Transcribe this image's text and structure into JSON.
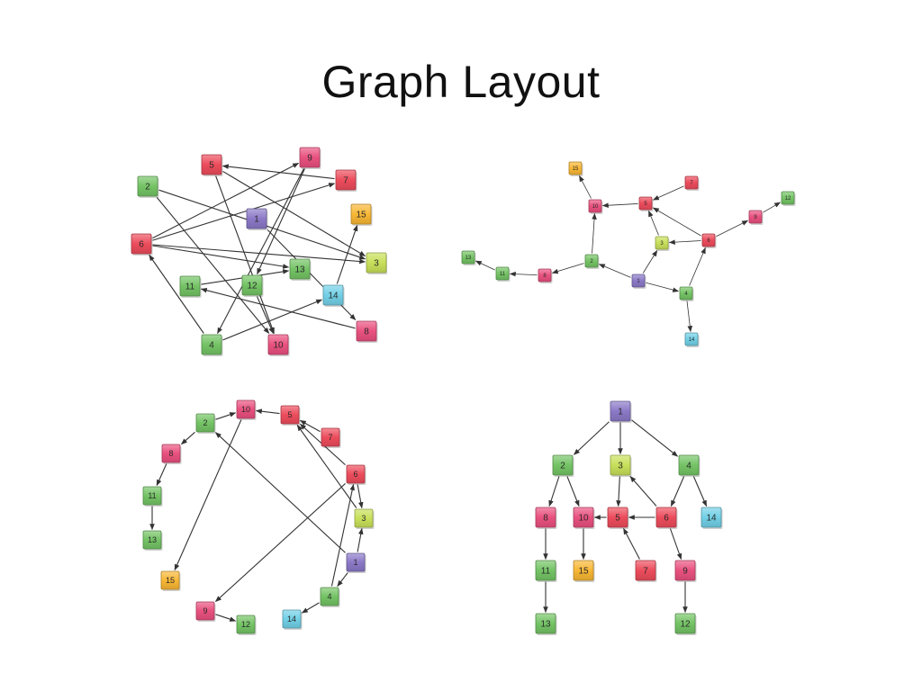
{
  "slide": {
    "title": "Graph Layout"
  },
  "colors": {
    "purple": "#8b79c7",
    "green": "#74c365",
    "lime": "#c7e05a",
    "red": "#ec4c5c",
    "pink": "#e9517f",
    "orange": "#f8b735",
    "cyan": "#72d0e6",
    "edge": "#333333"
  },
  "graph": {
    "nodes": [
      {
        "id": "1",
        "label": "1",
        "color": "purple"
      },
      {
        "id": "2",
        "label": "2",
        "color": "green"
      },
      {
        "id": "3",
        "label": "3",
        "color": "lime"
      },
      {
        "id": "4",
        "label": "4",
        "color": "green"
      },
      {
        "id": "5",
        "label": "5",
        "color": "red"
      },
      {
        "id": "6",
        "label": "6",
        "color": "red"
      },
      {
        "id": "7",
        "label": "7",
        "color": "red"
      },
      {
        "id": "8",
        "label": "8",
        "color": "pink"
      },
      {
        "id": "9",
        "label": "9",
        "color": "pink"
      },
      {
        "id": "10",
        "label": "10",
        "color": "pink"
      },
      {
        "id": "11",
        "label": "11",
        "color": "green"
      },
      {
        "id": "12",
        "label": "12",
        "color": "green"
      },
      {
        "id": "13",
        "label": "13",
        "color": "green"
      },
      {
        "id": "14",
        "label": "14",
        "color": "cyan"
      },
      {
        "id": "15",
        "label": "15",
        "color": "orange"
      }
    ],
    "edges": [
      {
        "from": "1",
        "to": "2"
      },
      {
        "from": "1",
        "to": "3"
      },
      {
        "from": "1",
        "to": "4"
      },
      {
        "from": "2",
        "to": "8"
      },
      {
        "from": "2",
        "to": "10"
      },
      {
        "from": "3",
        "to": "5"
      },
      {
        "from": "4",
        "to": "6"
      },
      {
        "from": "4",
        "to": "14"
      },
      {
        "from": "5",
        "to": "10"
      },
      {
        "from": "6",
        "to": "3"
      },
      {
        "from": "6",
        "to": "5"
      },
      {
        "from": "6",
        "to": "9"
      },
      {
        "from": "7",
        "to": "5"
      },
      {
        "from": "8",
        "to": "11"
      },
      {
        "from": "9",
        "to": "12"
      },
      {
        "from": "10",
        "to": "15"
      },
      {
        "from": "11",
        "to": "13"
      }
    ]
  }
}
